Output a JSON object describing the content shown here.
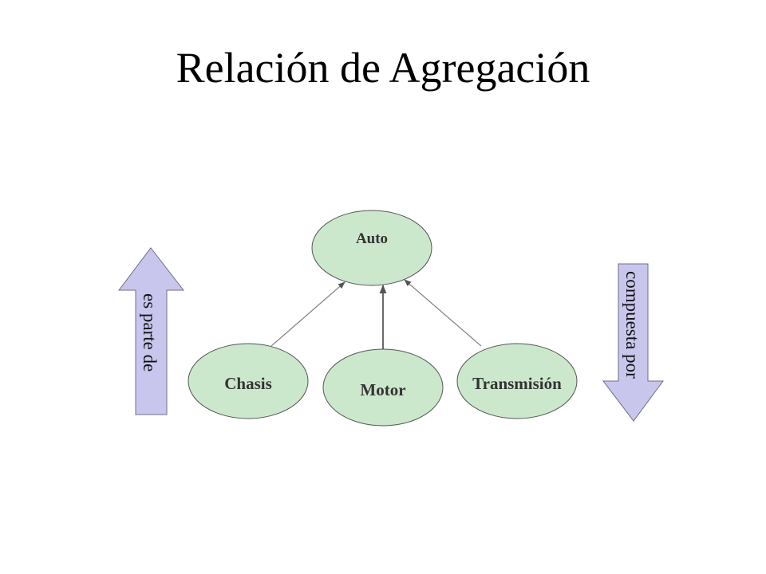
{
  "title": "Relación de Agregación",
  "diagram": {
    "nodes": {
      "auto": "Auto",
      "chasis": "Chasis",
      "motor": "Motor",
      "transmision": "Transmisión"
    },
    "left_arrow_label": "es parte de",
    "right_arrow_label": "compuesta por"
  },
  "colors": {
    "node_fill": "#cce8cc",
    "node_stroke": "#555555",
    "big_arrow_fill": "#c9c6ee",
    "big_arrow_stroke": "#6d6d8a"
  }
}
